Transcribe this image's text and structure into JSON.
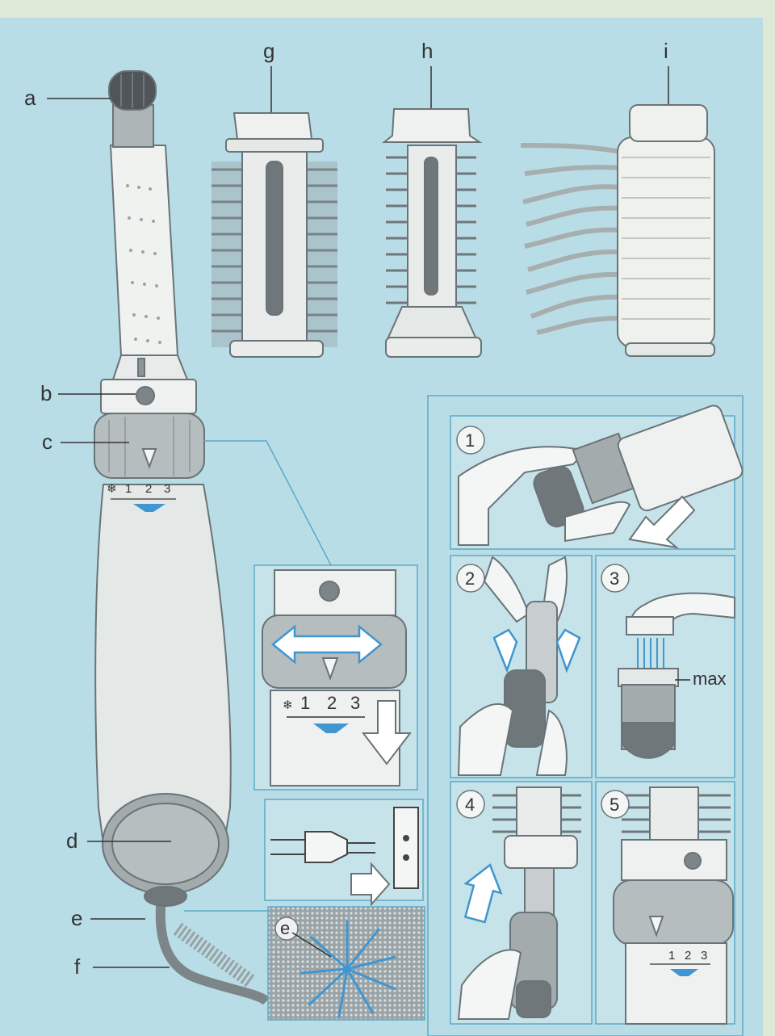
{
  "labels": {
    "a": "a",
    "b": "b",
    "c": "c",
    "d": "d",
    "e": "e",
    "f": "f",
    "g": "g",
    "h": "h",
    "i": "i"
  },
  "dial_numbers": {
    "one": "1",
    "two": "2",
    "three": "3"
  },
  "zoom_numbers": {
    "one": "1",
    "two": "2",
    "three": "3"
  },
  "step5_numbers": {
    "one": "1",
    "two": "2",
    "three": "3"
  },
  "steps": {
    "s1": "1",
    "s2": "2",
    "s3": "3",
    "s4": "4",
    "s5": "5"
  },
  "fill_marker": "max",
  "lamp_label": "e",
  "colors": {
    "background": "#b9dde6",
    "line": "#6a7478",
    "accent_blue": "#3f96d0",
    "panel_border": "#5aa9c9"
  }
}
